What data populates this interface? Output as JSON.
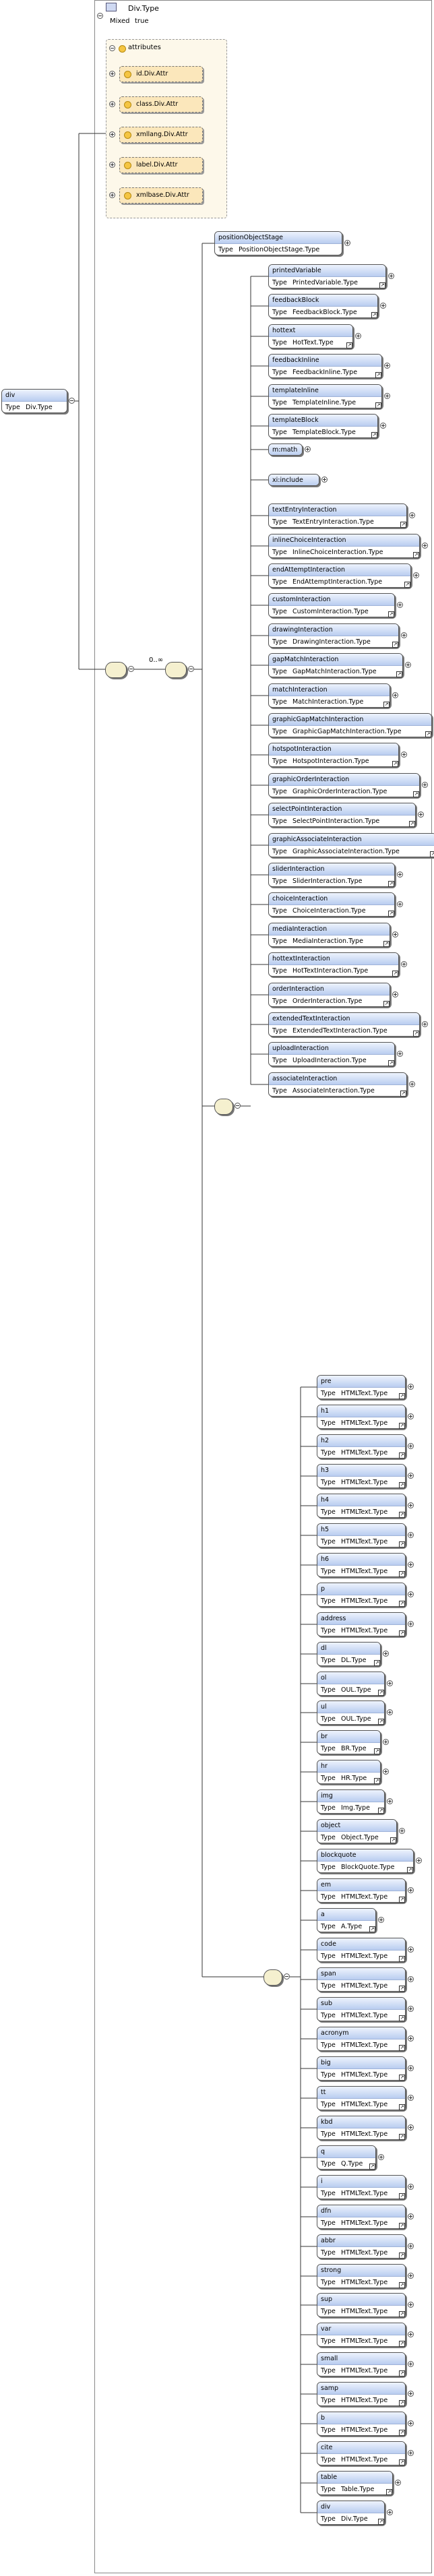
{
  "root": {
    "name": "div",
    "type_key": "Type",
    "type": "Div.Type"
  },
  "complex_type": {
    "name": "Div.Type",
    "mixed_key": "Mixed",
    "mixed": "true"
  },
  "attributes_label": "attributes",
  "attributes": [
    "id.Div.Attr",
    "class.Div.Attr",
    "xmllang.Div.Attr",
    "label.Div.Attr",
    "xmlbase.Div.Attr"
  ],
  "choice_occurs": "0..∞",
  "top": {
    "name": "positionObjectStage",
    "type": "PositionObjectStage.Type"
  },
  "group_a": [
    {
      "name": "printedVariable",
      "type": "PrintedVariable.Type"
    },
    {
      "name": "feedbackBlock",
      "type": "FeedbackBlock.Type"
    },
    {
      "name": "hottext",
      "type": "HotText.Type"
    },
    {
      "name": "feedbackInline",
      "type": "FeedbackInline.Type"
    },
    {
      "name": "templateInline",
      "type": "TemplateInline.Type"
    },
    {
      "name": "templateBlock",
      "type": "TemplateBlock.Type"
    },
    {
      "name": "m:math",
      "type": ""
    },
    {
      "name": "xi:include",
      "type": ""
    },
    {
      "name": "textEntryInteraction",
      "type": "TextEntryInteraction.Type"
    },
    {
      "name": "inlineChoiceInteraction",
      "type": "InlineChoiceInteraction.Type"
    },
    {
      "name": "endAttemptInteraction",
      "type": "EndAttemptInteraction.Type"
    },
    {
      "name": "customInteraction",
      "type": "CustomInteraction.Type"
    },
    {
      "name": "drawingInteraction",
      "type": "DrawingInteraction.Type"
    },
    {
      "name": "gapMatchInteraction",
      "type": "GapMatchInteraction.Type"
    },
    {
      "name": "matchInteraction",
      "type": "MatchInteraction.Type"
    },
    {
      "name": "graphicGapMatchInteraction",
      "type": "GraphicGapMatchInteraction.Type"
    },
    {
      "name": "hotspotInteraction",
      "type": "HotspotInteraction.Type"
    },
    {
      "name": "graphicOrderInteraction",
      "type": "GraphicOrderInteraction.Type"
    },
    {
      "name": "selectPointInteraction",
      "type": "SelectPointInteraction.Type"
    },
    {
      "name": "graphicAssociateInteraction",
      "type": "GraphicAssociateInteraction.Type"
    },
    {
      "name": "sliderInteraction",
      "type": "SliderInteraction.Type"
    },
    {
      "name": "choiceInteraction",
      "type": "ChoiceInteraction.Type"
    },
    {
      "name": "mediaInteraction",
      "type": "MediaInteraction.Type"
    },
    {
      "name": "hottextInteraction",
      "type": "HotTextInteraction.Type"
    },
    {
      "name": "orderInteraction",
      "type": "OrderInteraction.Type"
    },
    {
      "name": "extendedTextInteraction",
      "type": "ExtendedTextInteraction.Type"
    },
    {
      "name": "uploadInteraction",
      "type": "UploadInteraction.Type"
    },
    {
      "name": "associateInteraction",
      "type": "AssociateInteraction.Type"
    }
  ],
  "group_b": [
    {
      "name": "pre",
      "type": "HTMLText.Type"
    },
    {
      "name": "h1",
      "type": "HTMLText.Type"
    },
    {
      "name": "h2",
      "type": "HTMLText.Type"
    },
    {
      "name": "h3",
      "type": "HTMLText.Type"
    },
    {
      "name": "h4",
      "type": "HTMLText.Type"
    },
    {
      "name": "h5",
      "type": "HTMLText.Type"
    },
    {
      "name": "h6",
      "type": "HTMLText.Type"
    },
    {
      "name": "p",
      "type": "HTMLText.Type"
    },
    {
      "name": "address",
      "type": "HTMLText.Type"
    },
    {
      "name": "dl",
      "type": "DL.Type"
    },
    {
      "name": "ol",
      "type": "OUL.Type"
    },
    {
      "name": "ul",
      "type": "OUL.Type"
    },
    {
      "name": "br",
      "type": "BR.Type"
    },
    {
      "name": "hr",
      "type": "HR.Type"
    },
    {
      "name": "img",
      "type": "Img.Type"
    },
    {
      "name": "object",
      "type": "Object.Type"
    },
    {
      "name": "blockquote",
      "type": "BlockQuote.Type"
    },
    {
      "name": "em",
      "type": "HTMLText.Type"
    },
    {
      "name": "a",
      "type": "A.Type"
    },
    {
      "name": "code",
      "type": "HTMLText.Type"
    },
    {
      "name": "span",
      "type": "HTMLText.Type"
    },
    {
      "name": "sub",
      "type": "HTMLText.Type"
    },
    {
      "name": "acronym",
      "type": "HTMLText.Type"
    },
    {
      "name": "big",
      "type": "HTMLText.Type"
    },
    {
      "name": "tt",
      "type": "HTMLText.Type"
    },
    {
      "name": "kbd",
      "type": "HTMLText.Type"
    },
    {
      "name": "q",
      "type": "Q.Type"
    },
    {
      "name": "i",
      "type": "HTMLText.Type"
    },
    {
      "name": "dfn",
      "type": "HTMLText.Type"
    },
    {
      "name": "abbr",
      "type": "HTMLText.Type"
    },
    {
      "name": "strong",
      "type": "HTMLText.Type"
    },
    {
      "name": "sup",
      "type": "HTMLText.Type"
    },
    {
      "name": "var",
      "type": "HTMLText.Type"
    },
    {
      "name": "small",
      "type": "HTMLText.Type"
    },
    {
      "name": "samp",
      "type": "HTMLText.Type"
    },
    {
      "name": "b",
      "type": "HTMLText.Type"
    },
    {
      "name": "cite",
      "type": "HTMLText.Type"
    },
    {
      "name": "table",
      "type": "Table.Type"
    },
    {
      "name": "div",
      "type": "Div.Type"
    }
  ]
}
